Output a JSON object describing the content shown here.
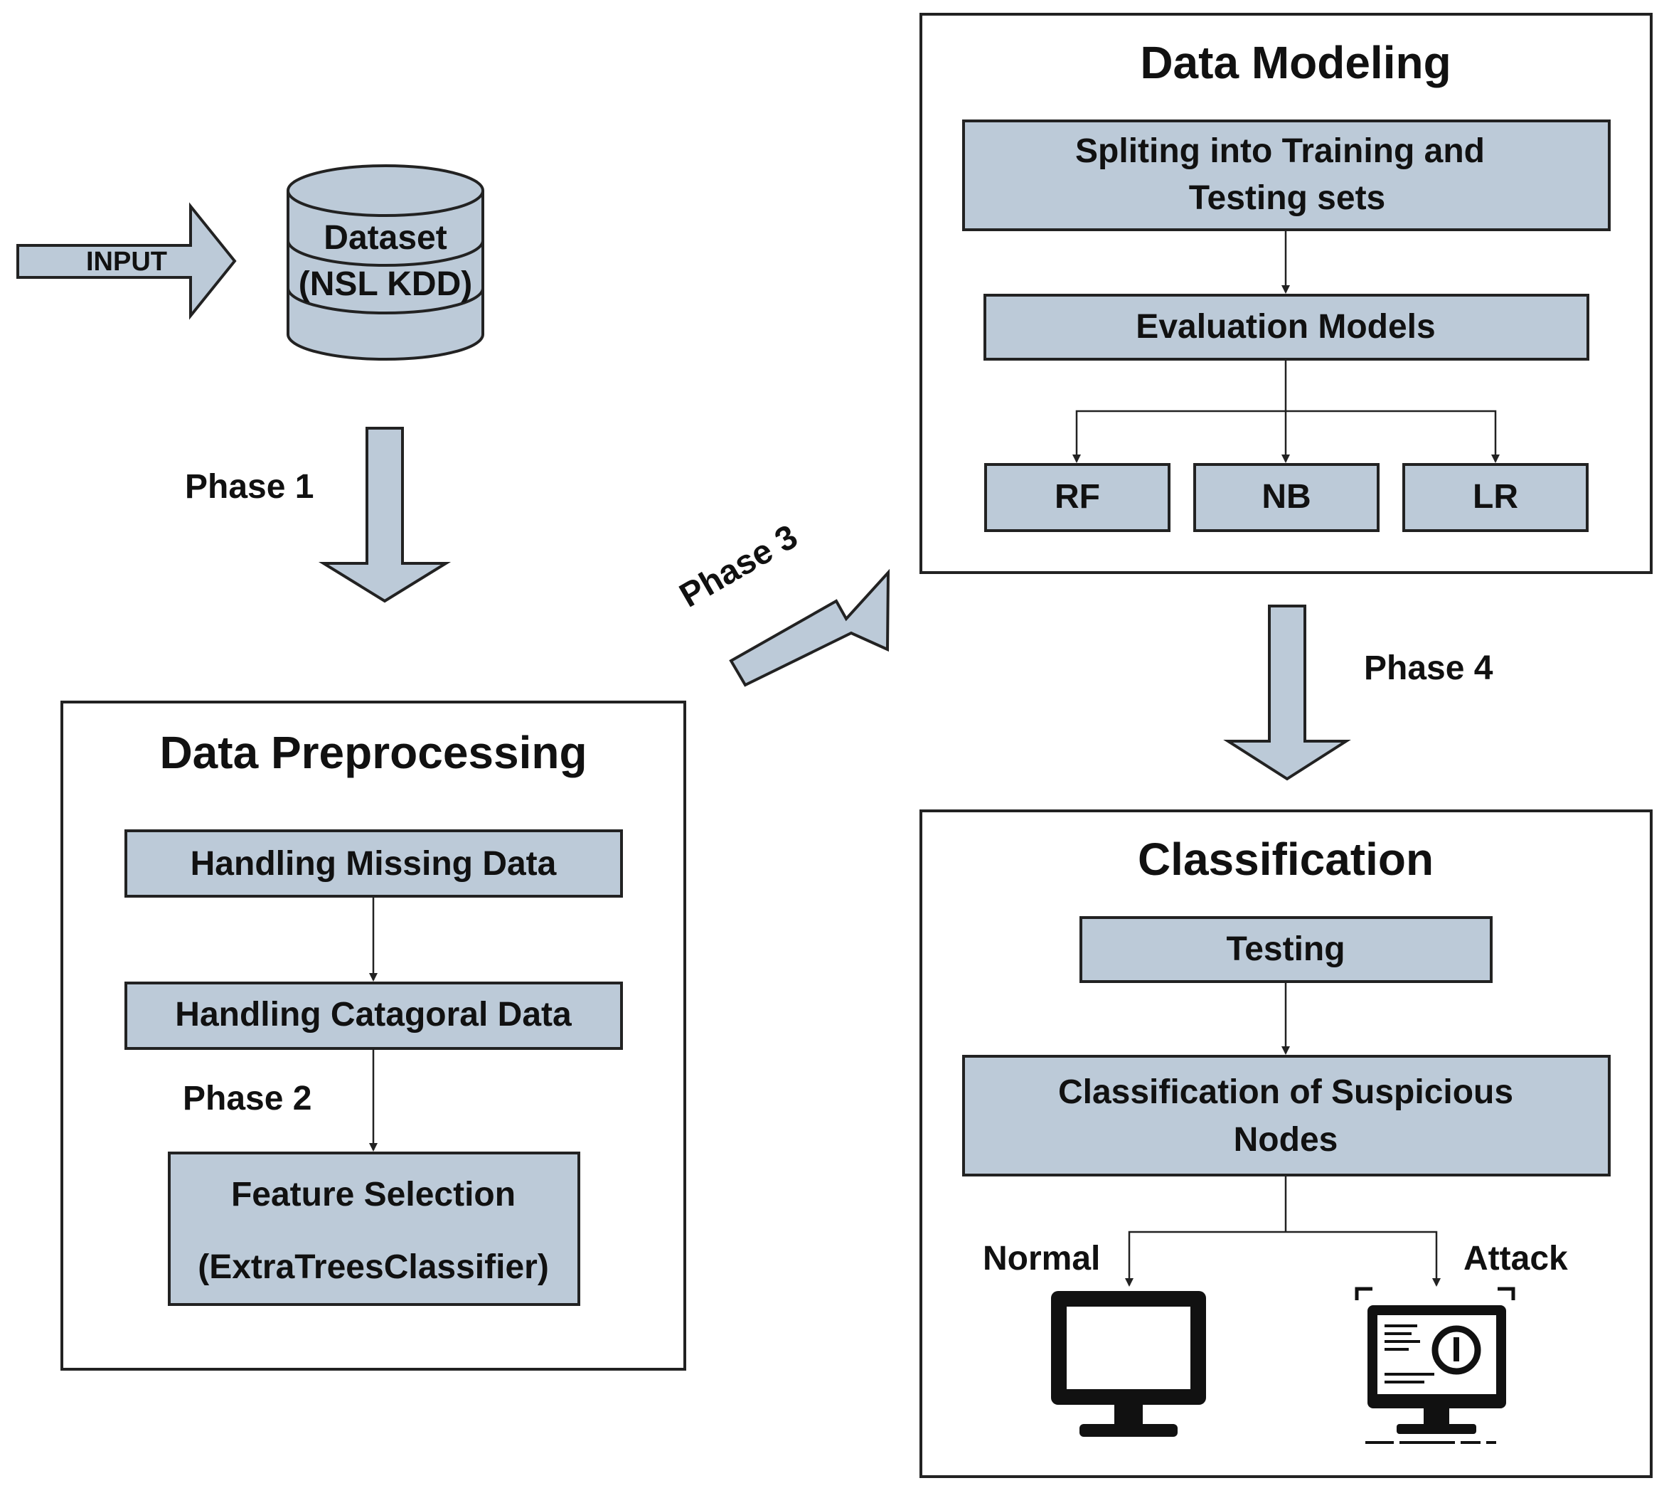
{
  "input_label": "INPUT",
  "dataset": {
    "line1": "Dataset",
    "line2": "(NSL KDD)"
  },
  "phases": {
    "phase1": "Phase 1",
    "phase2": "Phase 2",
    "phase3": "Phase 3",
    "phase4": "Phase 4"
  },
  "preprocessing": {
    "title": "Data Preprocessing",
    "step_missing": "Handling Missing Data",
    "step_categorical": "Handling Catagoral Data",
    "feature_line1": "Feature Selection",
    "feature_line2": "(ExtraTreesClassifier)"
  },
  "modeling": {
    "title": "Data Modeling",
    "split_line1": "Spliting into Training and",
    "split_line2": "Testing sets",
    "evaluation": "Evaluation Models",
    "models": [
      "RF",
      "NB",
      "LR"
    ]
  },
  "classification": {
    "title": "Classification",
    "testing": "Testing",
    "suspicious_line1": "Classification of Suspicious",
    "suspicious_line2": "Nodes",
    "normal": "Normal",
    "attack": "Attack"
  },
  "colors": {
    "box_fill": "#bccad8",
    "stroke": "#222222",
    "text": "#111111"
  }
}
